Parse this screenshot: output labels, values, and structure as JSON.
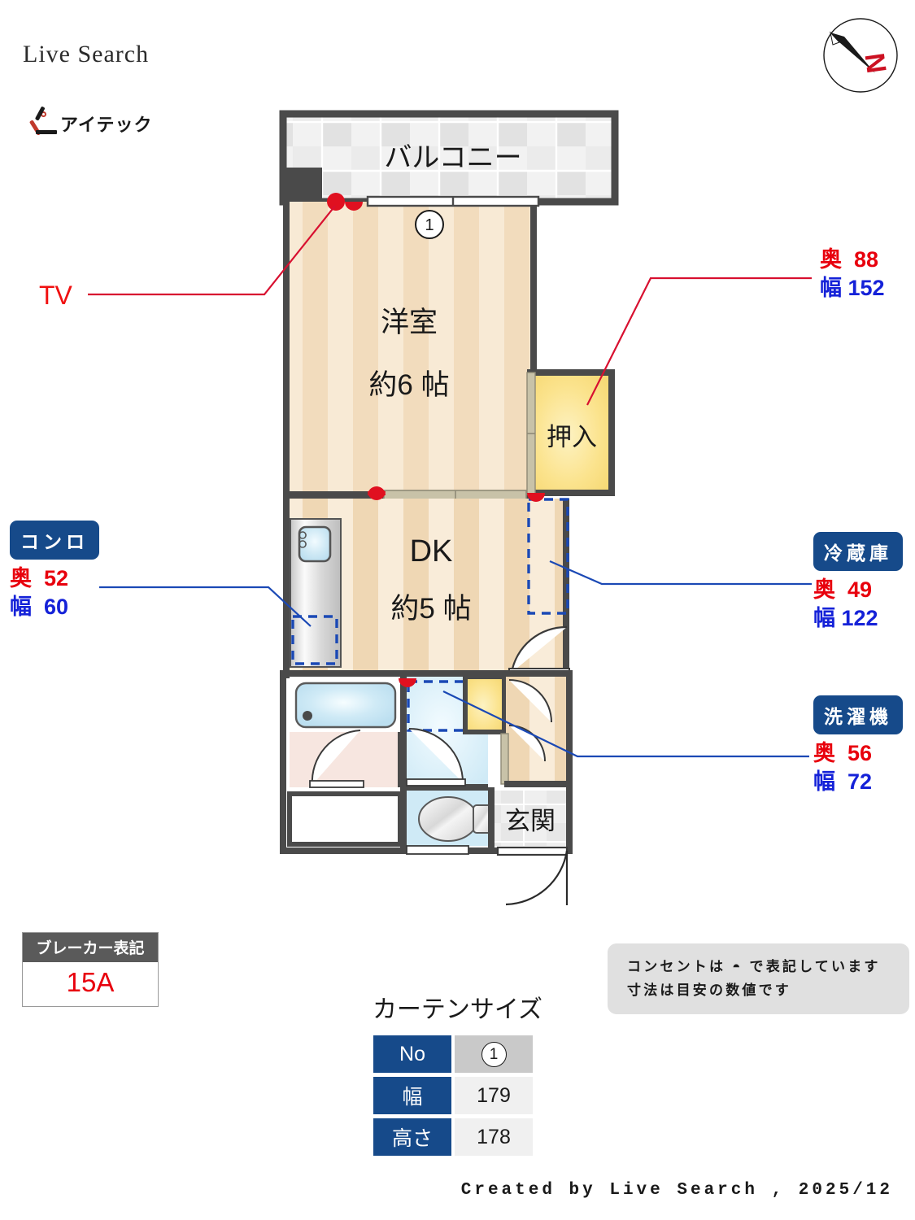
{
  "header": {
    "brand_title": "Live Search",
    "logo_text": "アイテック",
    "compass_letter": "N"
  },
  "floorplan": {
    "rooms": [
      {
        "key": "balcony",
        "label": "バルコニー"
      },
      {
        "key": "washitsu",
        "label": "洋室",
        "size": "約6 帖"
      },
      {
        "key": "closet",
        "label": "押入"
      },
      {
        "key": "dk",
        "label": "DK",
        "size": "約5 帖"
      },
      {
        "key": "genkan",
        "label": "玄関"
      }
    ],
    "window_marker": "1"
  },
  "callouts": [
    {
      "key": "tv",
      "label": "TV"
    },
    {
      "key": "oshiire",
      "pill": null,
      "depth_label": "奥",
      "depth": "88",
      "width_label": "幅",
      "width": "152"
    },
    {
      "key": "reizouko",
      "pill": "冷蔵庫",
      "depth_label": "奥",
      "depth": "49",
      "width_label": "幅",
      "width": "122"
    },
    {
      "key": "sentakuki",
      "pill": "洗濯機",
      "depth_label": "奥",
      "depth": "56",
      "width_label": "幅",
      "width": "72"
    },
    {
      "key": "konro",
      "pill": "コンロ",
      "depth_label": "奥",
      "depth": "52",
      "width_label": "幅",
      "width": "60"
    }
  ],
  "breaker": {
    "title": "ブレーカー表記",
    "value": "15A"
  },
  "note": {
    "line1": "コンセントは ◓ で表記しています",
    "line2": "寸法は目安の数値です"
  },
  "curtain": {
    "title": "カーテンサイズ",
    "rows": [
      {
        "header": "No",
        "value": "1"
      },
      {
        "header": "幅",
        "value": "179"
      },
      {
        "header": "高さ",
        "value": "178"
      }
    ]
  },
  "footer": {
    "text": "Created by Live Search , 2025/12"
  },
  "colors": {
    "accent_blue": "#164a8a",
    "depth_red": "#e8000d",
    "width_blue": "#1522d8",
    "wall": "#4a4a4a",
    "floor_wood": "#f3dfc4",
    "closet_yellow": "#fbe38d",
    "water_blue": "#d5ecf7"
  }
}
